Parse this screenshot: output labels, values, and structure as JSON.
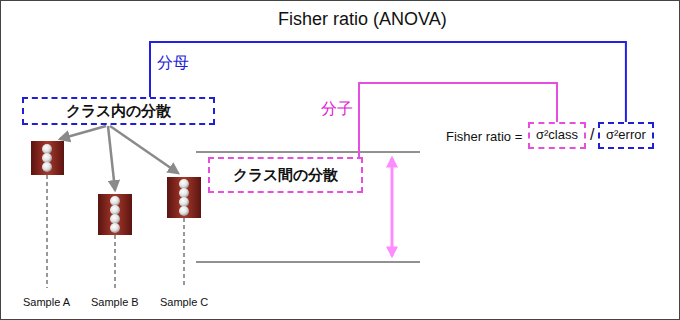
{
  "diagram": {
    "title": "Fisher ratio (ANOVA)",
    "nodes": [
      {
        "text": [
          "クラス内の分散"
        ]
      },
      {
        "text": [
          "σ²class"
        ]
      },
      {
        "text": [
          "σ²error"
        ]
      },
      {
        "text": [
          "クラス間の分散"
        ]
      }
    ],
    "edges": [
      {
        "from": 0,
        "to": 2,
        "arrow": "none",
        "label": "分母"
      },
      {
        "from": 3,
        "to": 1,
        "arrow": "none",
        "label": "分子"
      }
    ],
    "labels": [
      "Fisher ratio =",
      "/",
      "Sample A",
      "Sample B",
      "Sample C"
    ]
  }
}
